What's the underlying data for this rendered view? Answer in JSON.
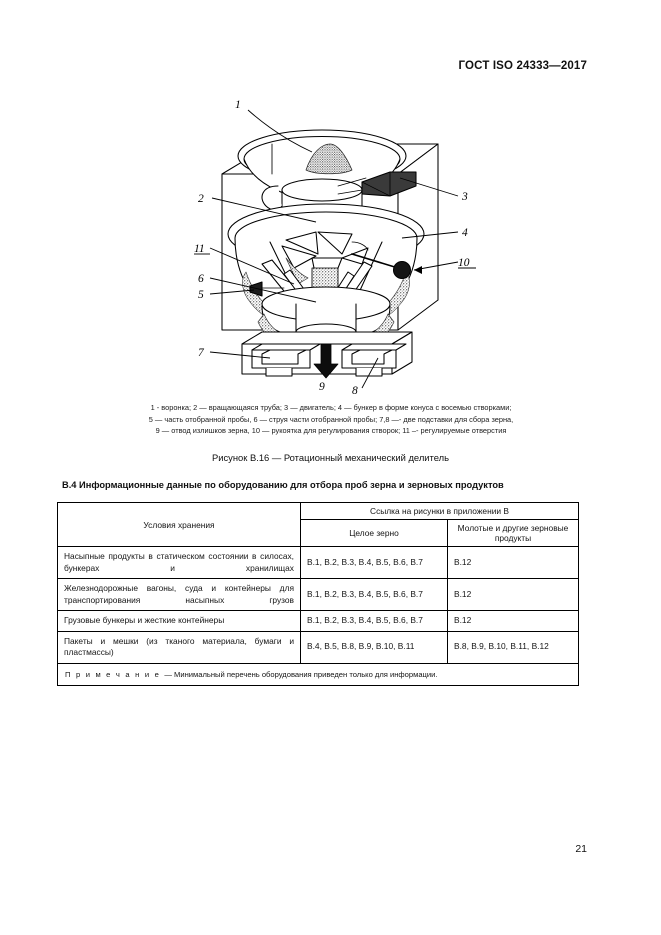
{
  "header": {
    "standard_ref": "ГОСТ ISO 24333—2017"
  },
  "figure": {
    "alt_name": "rotary-mechanical-divider-diagram",
    "callouts": [
      "1",
      "2",
      "3",
      "4",
      "5",
      "6",
      "7",
      "8",
      "9",
      "10",
      "11"
    ],
    "legend_lines": [
      "1 -  воронка; 2 — вращающаяся труба; 3 — двигатель; 4 —  бункер в форме конуса с восемью створками;",
      "5 — часть отобранной пробы, 6 — струя части отобранной пробы; 7,8 —- две подставки для сбора зерна,",
      "9 — отвод излишков зерна, 10 —  рукоятка для регулирования створок; 11 –- регулируемые отверстия"
    ],
    "caption": "Рисунок В.16 — Ротационный механический делитель"
  },
  "clause": {
    "heading": "В.4 Информационные данные по оборудованию для отбора проб зерна и зерновых продуктов"
  },
  "table": {
    "headers": {
      "condition": "Условия хранения",
      "reference_group": "Ссылка на рисунки в приложении В",
      "whole_grain": "Целое зерно",
      "milled_products": "Молотые и другие зерновые продукты"
    },
    "rows": [
      {
        "condition": "Насыпные продукты в статическом состоянии в силосах, бункерах и хранилищах",
        "whole_grain": "В.1, В.2, В.3, В.4, В.5, В.6, В.7",
        "milled_products": "В.12"
      },
      {
        "condition": "Железнодорожные вагоны, суда и контейнеры для транспортирования насыпных грузов",
        "whole_grain": "В.1, В.2, В.3, В.4, В.5, В.6, В.7",
        "milled_products": "В.12"
      },
      {
        "condition": "Грузовые бункеры и жесткие контейнеры",
        "whole_grain": "В.1, В.2, В.3, В.4, В.5, В.6, В.7",
        "milled_products": "В.12"
      },
      {
        "condition": "Пакеты и мешки (из тканого материала, бумаги и пластмассы)",
        "whole_grain": "В.4, В.5, В.8, В.9, В.10, В.11",
        "milled_products": "В.8, В.9, В.10, В.11, В.12"
      }
    ],
    "note": {
      "lead": "П р и м е ч а н и е ",
      "text": "— Минимальный перечень оборудования приведен только для информации."
    }
  },
  "footer": {
    "page_number": "21"
  }
}
